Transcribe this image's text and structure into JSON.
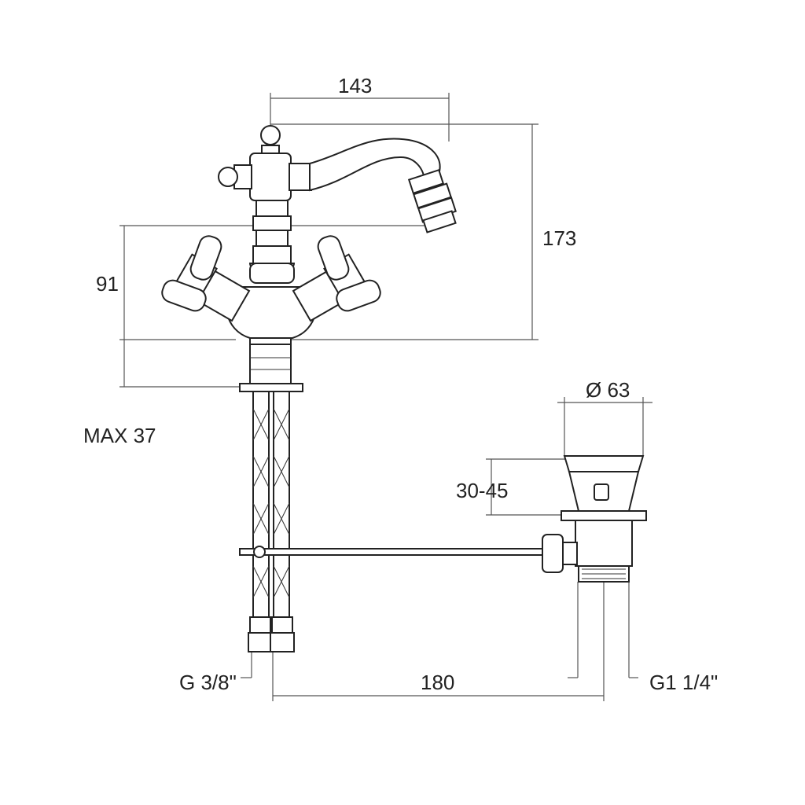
{
  "dimensions": {
    "spout_reach": "143",
    "overall_height": "173",
    "handle_height": "91",
    "max_deck": "MAX 37",
    "drain_diameter": "Ø 63",
    "drain_range": "30-45",
    "hose_to_drain": "180",
    "hose_thread": "G 3/8\"",
    "drain_thread": "G1 1/4\""
  },
  "colors": {
    "line": "#222222",
    "dim_line": "#555555",
    "background": "#ffffff"
  },
  "icons": {
    "faucet": "bidet-mixer-drawing",
    "drain": "pop-up-waste-drawing"
  }
}
